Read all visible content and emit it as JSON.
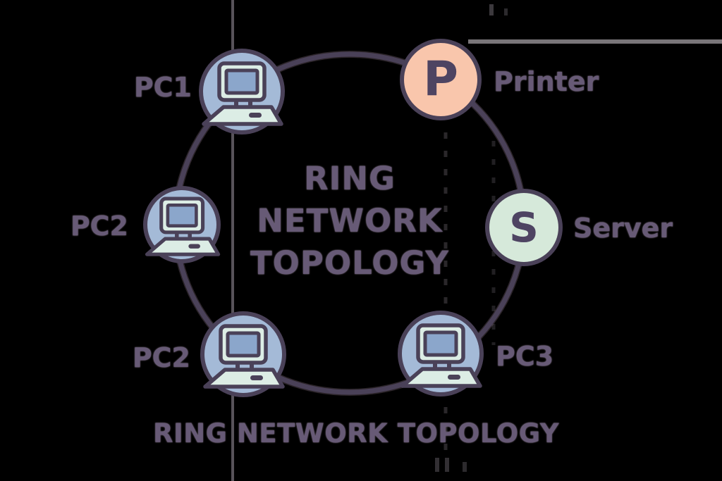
{
  "diagram": {
    "center_title": {
      "line1": "RING",
      "line2": "NETWORK",
      "line3": "TOPOLOGY"
    },
    "bottom_title": "RING NETWORK TOPOLOGY"
  },
  "nodes": {
    "pc1": {
      "label": "PC1",
      "icon": "computer-icon"
    },
    "printer": {
      "label": "Printer",
      "letter": "P"
    },
    "server": {
      "label": "Server",
      "letter": "S"
    },
    "pc3": {
      "label": "PC3",
      "icon": "computer-icon"
    },
    "pc2_bottom": {
      "label": "PC2",
      "icon": "computer-icon"
    },
    "pc2_left": {
      "label": "PC2",
      "icon": "computer-icon"
    }
  },
  "colors": {
    "bg": "#000000",
    "stroke": "#4a4158",
    "halo": "#9b8195",
    "pc-fill": "#a4bad7",
    "printer-fill": "#f9c6ac",
    "server-fill": "#d6e9da",
    "mint": "#dcede5",
    "screen-fill": "#8ba6cb",
    "text": "#675a76",
    "letter": "#4e4462"
  }
}
